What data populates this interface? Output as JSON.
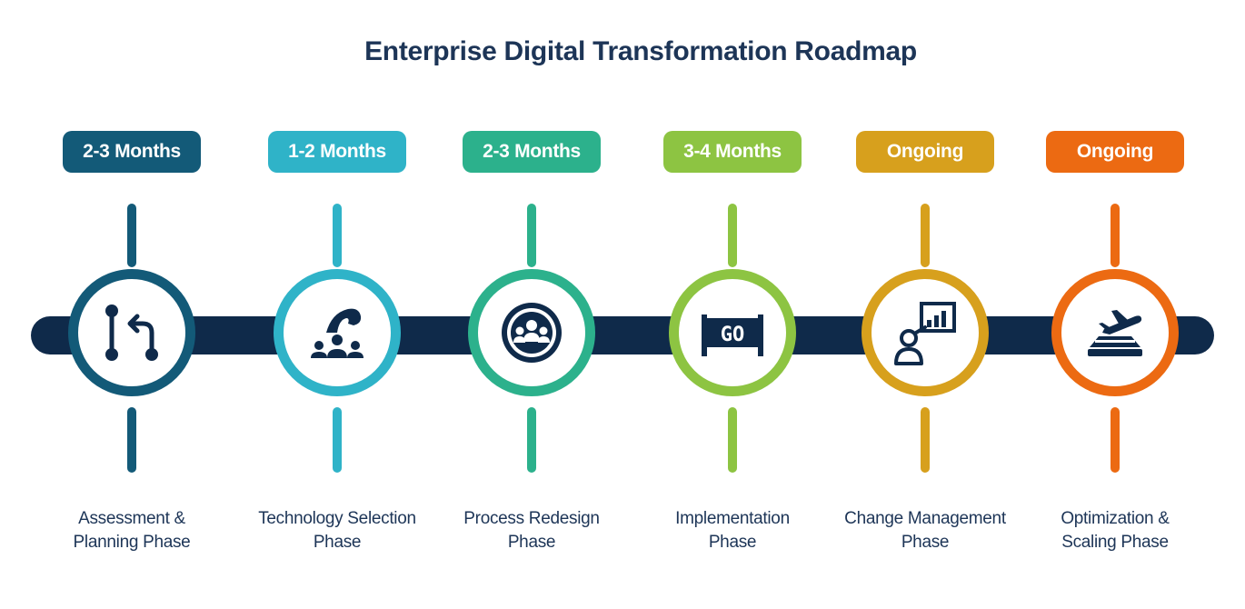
{
  "title": "Enterprise Digital Transformation Roadmap",
  "phases": [
    {
      "duration": "2-3 Months",
      "label_line1": "Assessment &",
      "label_line2": "Planning Phase",
      "color": "#135a78",
      "icon": "git-branch-icon"
    },
    {
      "duration": "1-2 Months",
      "label_line1": "Technology Selection",
      "label_line2": "Phase",
      "color": "#2fb3c8",
      "icon": "team-hand-icon"
    },
    {
      "duration": "2-3 Months",
      "label_line1": "Process Redesign",
      "label_line2": "Phase",
      "color": "#2cb18c",
      "icon": "group-circle-icon"
    },
    {
      "duration": "3-4 Months",
      "label_line1": "Implementation",
      "label_line2": "Phase",
      "color": "#8dc442",
      "icon": "go-sign-icon",
      "icon_text": "GO"
    },
    {
      "duration": "Ongoing",
      "label_line1": "Change Management",
      "label_line2": "Phase",
      "color": "#d7a01d",
      "icon": "person-chart-icon"
    },
    {
      "duration": "Ongoing",
      "label_line1": "Optimization &",
      "label_line2": "Scaling Phase",
      "color": "#ec6a12",
      "icon": "plane-scale-icon"
    }
  ]
}
